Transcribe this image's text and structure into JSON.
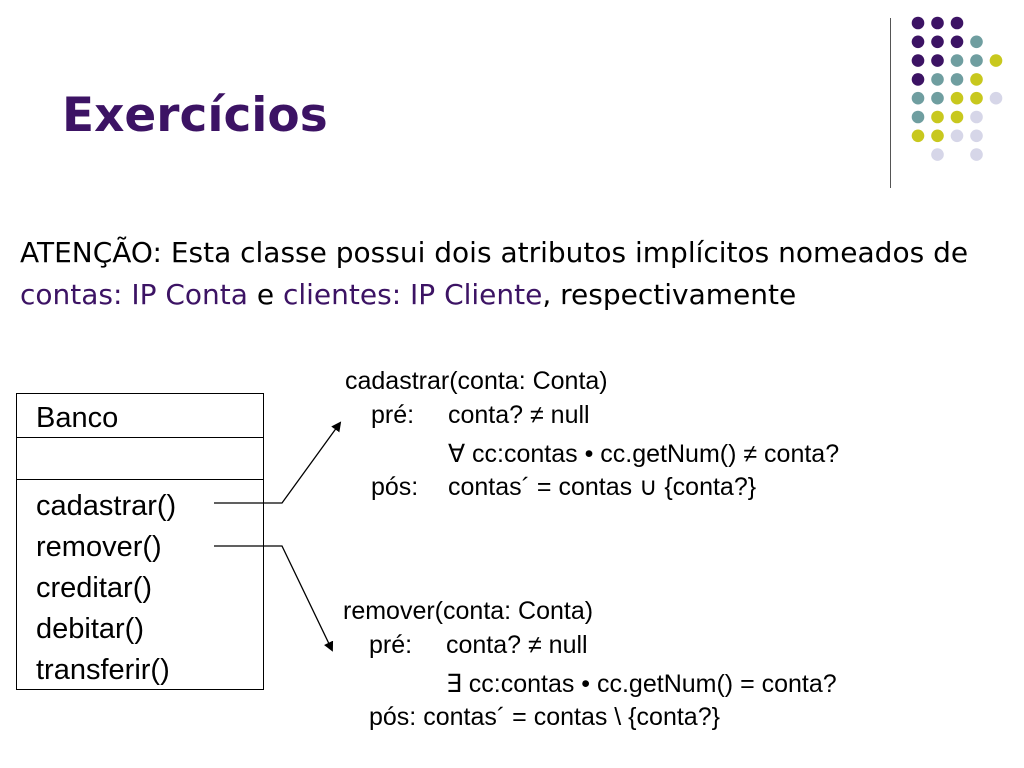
{
  "slide": {
    "title": "Exercícios",
    "colors": {
      "title": "#3c1364",
      "highlight": "#3c1364",
      "dot_purple": "#3c1364",
      "dot_teal": "#6f9ea0",
      "dot_yellow": "#c8c81e",
      "dot_lavender": "#d6d6e8"
    }
  },
  "paragraph": {
    "lead": "ATENÇÃO: Esta classe possui dois atributos implícitos nomeados de ",
    "contas": "contas: IP Conta",
    "mid": " e ",
    "clientes": "clientes: IP Cliente",
    "tail": ", respectivamente"
  },
  "uml": {
    "class_name": "Banco",
    "operations": [
      "cadastrar()",
      "remover()",
      "creditar()",
      "debitar()",
      "transferir()"
    ]
  },
  "spec_cadastrar": {
    "header": "cadastrar(conta: Conta)",
    "pre_label": "pré:",
    "pre_1": "conta? ≠ null",
    "pre_2": "∀ cc:contas  • cc.getNum() ≠ conta?",
    "pos_label": "pós:",
    "pos": "contas´ = contas ∪ {conta?}"
  },
  "spec_remover": {
    "header": "remover(conta: Conta)",
    "pre_label": "pré:",
    "pre_1": "conta? ≠ null",
    "pre_2": "∃ cc:contas  • cc.getNum() = conta?",
    "pos_label": "pós:",
    "pos": "contas´ = contas \\ {conta?}"
  }
}
